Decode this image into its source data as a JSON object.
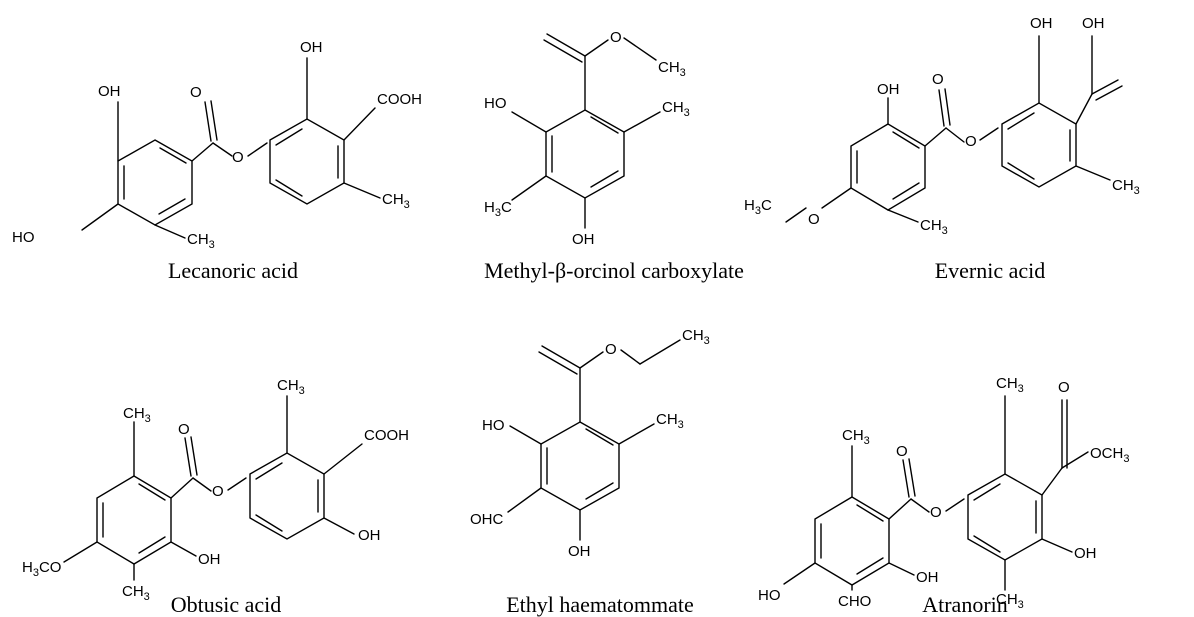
{
  "colors": {
    "ink": "#000000",
    "background": "#ffffff"
  },
  "molecules": [
    {
      "name": "Lecanoric acid",
      "atoms": [
        "OH",
        "OH",
        "O",
        "O",
        "COOH",
        "HO",
        "CH3",
        "CH3"
      ]
    },
    {
      "name": "Methyl-β-orcinol carboxylate",
      "atoms": [
        "O",
        "CH3",
        "HO",
        "CH3",
        "H3C",
        "OH"
      ]
    },
    {
      "name": "Evernic acid",
      "atoms": [
        "OH",
        "OH",
        "OH",
        "O",
        "O",
        "H3C",
        "O",
        "CH3",
        "CH3"
      ]
    },
    {
      "name": "Obtusic acid",
      "atoms": [
        "CH3",
        "CH3",
        "O",
        "O",
        "COOH",
        "H3CO",
        "OH",
        "OH",
        "CH3"
      ]
    },
    {
      "name": "Ethyl haematommate",
      "atoms": [
        "O",
        "CH3",
        "HO",
        "CH3",
        "OHC",
        "OH"
      ]
    },
    {
      "name": "Atranorin",
      "atoms": [
        "CH3",
        "CH3",
        "O",
        "O",
        "O",
        "OCH3",
        "HO",
        "OH",
        "OH",
        "CH3",
        "CHO"
      ]
    }
  ]
}
